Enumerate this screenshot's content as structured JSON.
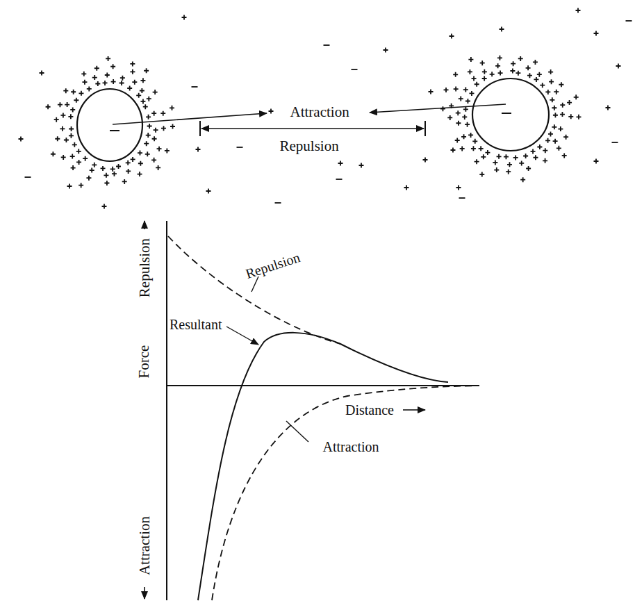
{
  "diagram": {
    "labels": [
      "Attraction",
      "Repulsion",
      "Repulsion",
      "Force",
      "Attraction",
      "Repulsion",
      "Resultant",
      "Distance",
      "Attraction"
    ]
  }
}
